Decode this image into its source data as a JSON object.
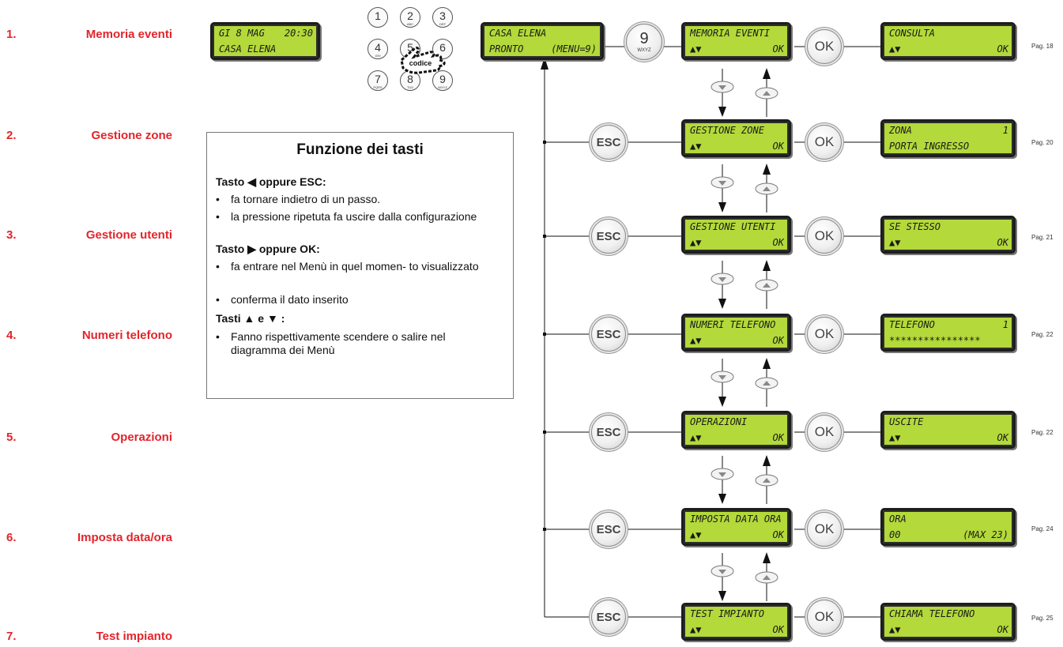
{
  "menu_labels": [
    {
      "num": "1.",
      "text": "Memoria eventi"
    },
    {
      "num": "2.",
      "text": "Gestione zone"
    },
    {
      "num": "3.",
      "text": "Gestione utenti"
    },
    {
      "num": "4.",
      "text": "Numeri telefono"
    },
    {
      "num": "5.",
      "text": "Operazioni"
    },
    {
      "num": "6.",
      "text": "Imposta data/ora"
    },
    {
      "num": "7.",
      "text": "Test impianto"
    }
  ],
  "start_display": {
    "line1_left": "GI   8 MAG",
    "line1_right": "20:30",
    "line2": "CASA ELENA"
  },
  "ready_display": {
    "line1": "CASA ELENA",
    "line2_left": "PRONTO",
    "line2_right": "(MENU=9)"
  },
  "keypad": {
    "keys": [
      {
        "digit": "1",
        "letters": ""
      },
      {
        "digit": "2",
        "letters": "ABC"
      },
      {
        "digit": "3",
        "letters": "DEF"
      },
      {
        "digit": "4",
        "letters": "GHI"
      },
      {
        "digit": "5",
        "letters": ""
      },
      {
        "digit": "6",
        "letters": ""
      },
      {
        "digit": "7",
        "letters": "PQRS"
      },
      {
        "digit": "8",
        "letters": "TUV"
      },
      {
        "digit": "9",
        "letters": "WXYZ"
      }
    ],
    "hand_label": "codice"
  },
  "nine_button": {
    "digit": "9",
    "letters": "WXYZ"
  },
  "menu_displays": [
    {
      "line1": "MEMORIA EVENTI",
      "arrows": "▲▼",
      "ok": "OK"
    },
    {
      "line1": "GESTIONE ZONE",
      "arrows": "▲▼",
      "ok": "OK"
    },
    {
      "line1": "GESTIONE UTENTI",
      "arrows": "▲▼",
      "ok": "OK"
    },
    {
      "line1": "NUMERI TELEFONO",
      "arrows": "▲▼",
      "ok": "OK"
    },
    {
      "line1": "OPERAZIONI",
      "arrows": "▲▼",
      "ok": "OK"
    },
    {
      "line1": "IMPOSTA DATA ORA",
      "arrows": "▲▼",
      "ok": "OK"
    },
    {
      "line1": "TEST IMPIANTO",
      "arrows": "▲▼",
      "ok": "OK"
    }
  ],
  "submenu_displays": [
    {
      "line1_left": "CONSULTA",
      "line1_right": "",
      "line2_left": "▲▼",
      "line2_right": "OK"
    },
    {
      "line1_left": "ZONA",
      "line1_right": "1",
      "line2_left": "PORTA INGRESSO",
      "line2_right": ""
    },
    {
      "line1_left": "SE STESSO",
      "line1_right": "",
      "line2_left": "▲▼",
      "line2_right": "OK"
    },
    {
      "line1_left": "TELEFONO",
      "line1_right": "1",
      "line2_left": "****************",
      "line2_right": ""
    },
    {
      "line1_left": "USCITE",
      "line1_right": "",
      "line2_left": "▲▼",
      "line2_right": "OK"
    },
    {
      "line1_left": "ORA",
      "line1_right": "",
      "line2_left": "00",
      "line2_right": "(MAX 23)"
    },
    {
      "line1_left": "CHIAMA TELEFONO",
      "line1_right": "",
      "line2_left": "▲▼",
      "line2_right": "OK"
    }
  ],
  "buttons": {
    "esc_label": "ESC",
    "ok_label": "OK"
  },
  "pages": [
    "Pag. 18",
    "Pag. 20",
    "Pag. 21",
    "Pag. 22",
    "Pag. 22",
    "Pag. 24",
    "Pag. 25"
  ],
  "legend": {
    "title": "Funzione dei tasti",
    "sections": [
      {
        "heading": "Tasto ◀ oppure ESC:",
        "items": [
          "fa tornare indietro di un passo.",
          "la pressione ripetuta fa uscire dalla configurazione"
        ]
      },
      {
        "heading": "Tasto ▶ oppure OK:",
        "items": [
          "fa entrare nel Menù in quel momen- to visualizzato",
          "conferma il dato inserito"
        ]
      },
      {
        "heading": "Tasti ▲ e ▼ :",
        "items": [
          "Fanno rispettivamente scendere o salire nel diagramma dei Menù"
        ]
      }
    ]
  },
  "colors": {
    "lcd_background": "#b3d93a",
    "label_red": "#e3242b"
  }
}
